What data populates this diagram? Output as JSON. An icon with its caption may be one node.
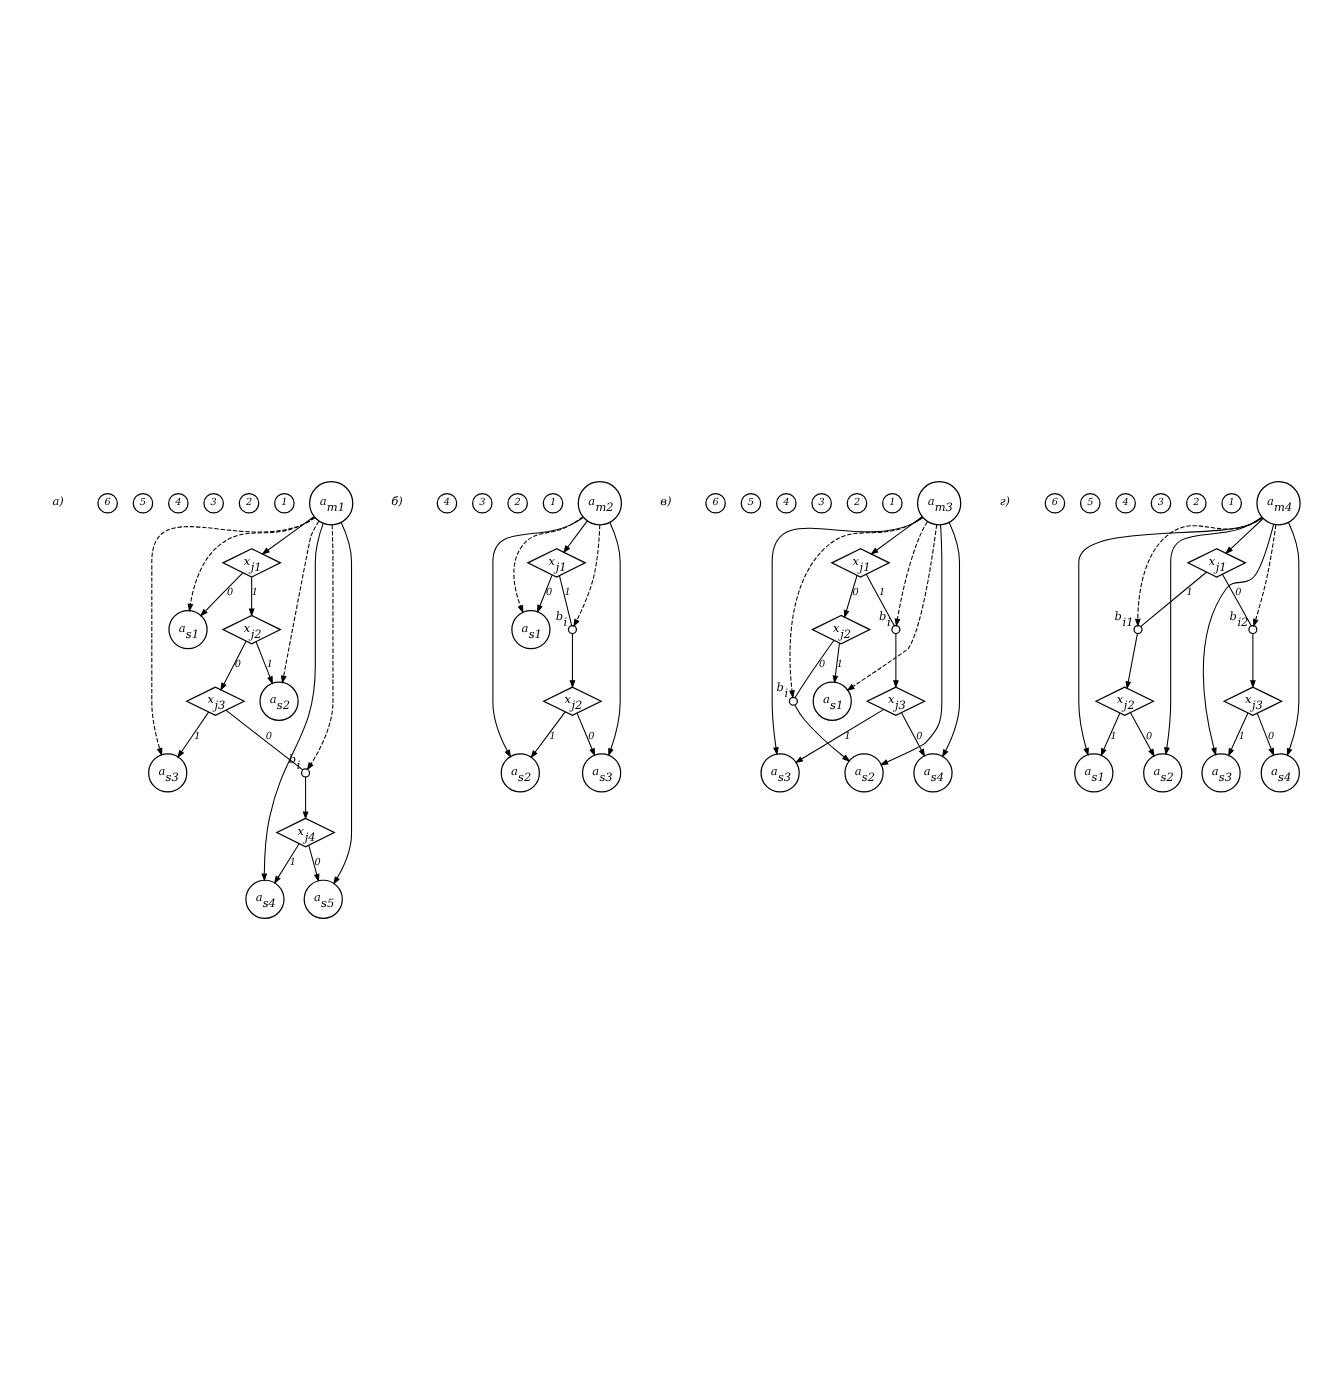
{
  "diagram": {
    "nodes": [
      {
        "text": [
          "a$_{m1}$"
        ]
      },
      {
        "text": [
          "x$_{j1}$"
        ]
      },
      {
        "text": [
          "a$_{s1}$"
        ]
      },
      {
        "text": [
          "x$_{j2}$"
        ]
      },
      {
        "text": [
          "a$_{s2}$"
        ]
      },
      {
        "text": [
          "x$_{j3}$"
        ]
      },
      {
        "text": [
          "a$_{s3}$"
        ]
      },
      {
        "text": [],
        "shape": "circle",
        "beside": [
          "b$_{i}$"
        ]
      },
      {
        "text": [
          "x$_{j4}$"
        ]
      },
      {
        "text": [
          "a$_{s4}$"
        ]
      },
      {
        "text": [
          "a$_{s5}$"
        ]
      },
      {
        "text": [
          "1"
        ]
      },
      {
        "text": [
          "2"
        ]
      },
      {
        "text": [
          "3"
        ]
      },
      {
        "text": [
          "4"
        ]
      },
      {
        "text": [
          "5"
        ]
      },
      {
        "text": [
          "6"
        ]
      },
      {
        "text": [
          "a$_{m2}$"
        ]
      },
      {
        "text": [
          "x$_{j1}$"
        ]
      },
      {
        "text": [
          "a$_{s1}$"
        ]
      },
      {
        "text": [],
        "shape": "circle",
        "beside": [
          "b$_{i}$"
        ]
      },
      {
        "text": [
          "x$_{j2}$"
        ]
      },
      {
        "text": [
          "a$_{s2}$"
        ]
      },
      {
        "text": [
          "a$_{s3}$"
        ]
      },
      {
        "text": [
          "1"
        ]
      },
      {
        "text": [
          "2"
        ]
      },
      {
        "text": [
          "3"
        ]
      },
      {
        "text": [
          "4"
        ]
      },
      {
        "text": [
          "a$_{m3}$"
        ]
      },
      {
        "text": [
          "x$_{j1}$"
        ]
      },
      {
        "text": [],
        "shape": "circle",
        "beside": [
          "b$_{i}$"
        ]
      },
      {
        "text": [
          "x$_{j2}$"
        ]
      },
      {
        "text": [],
        "shape": "circle",
        "beside": [
          "b$_{i}$"
        ]
      },
      {
        "text": [
          "a$_{s1}$"
        ]
      },
      {
        "text": [
          "a$_{s2}$"
        ]
      },
      {
        "text": [
          "x$_{j3}$"
        ]
      },
      {
        "text": [
          "a$_{s3}$"
        ]
      },
      {
        "text": [
          "a$_{s4}$"
        ]
      },
      {
        "text": [
          "1"
        ]
      },
      {
        "text": [
          "2"
        ]
      },
      {
        "text": [
          "3"
        ]
      },
      {
        "text": [
          "4"
        ]
      },
      {
        "text": [
          "5"
        ]
      },
      {
        "text": [
          "6"
        ]
      },
      {
        "text": [
          "a$_{m4}$"
        ]
      },
      {
        "text": [],
        "shape": "circle",
        "beside": [
          "b$_{i1}$"
        ]
      },
      {
        "text": [
          "x$_{j1}$"
        ]
      },
      {
        "text": [],
        "shape": "circle",
        "beside": [
          "b$_{i2}$"
        ]
      },
      {
        "text": [
          "x$_{j2}$"
        ]
      },
      {
        "text": [
          "x$_{j3}$"
        ]
      },
      {
        "text": [
          "a$_{s1}$"
        ]
      },
      {
        "text": [
          "a$_{s2}$"
        ]
      },
      {
        "text": [
          "a$_{s3}$"
        ]
      },
      {
        "text": [
          "a$_{s4}$"
        ]
      },
      {
        "text": [
          "1"
        ]
      },
      {
        "text": [
          "2"
        ]
      },
      {
        "text": [
          "3"
        ]
      },
      {
        "text": [
          "4"
        ]
      },
      {
        "text": [
          "5"
        ]
      },
      {
        "text": [
          "6"
        ]
      }
    ],
    "edges": [
      {
        "from": 0,
        "to": 1,
        "arrow": "to"
      },
      {
        "from": 1,
        "to": 2,
        "arrow": "to",
        "label": "0"
      },
      {
        "from": 1,
        "to": 3,
        "arrow": "to",
        "label": "1"
      },
      {
        "from": 3,
        "to": 4,
        "arrow": "to",
        "label": "1"
      },
      {
        "from": 3,
        "to": 5,
        "arrow": "to",
        "label": "0"
      },
      {
        "from": 5,
        "to": 6,
        "arrow": "to",
        "label": "1"
      },
      {
        "from": 5,
        "to": 7,
        "arrow": "none",
        "label": "0"
      },
      {
        "from": 7,
        "to": 8,
        "arrow": "to"
      },
      {
        "from": 8,
        "to": 9,
        "arrow": "to",
        "label": "1"
      },
      {
        "from": 8,
        "to": 10,
        "arrow": "to",
        "label": "0"
      },
      {
        "from": 0,
        "to": 2,
        "arrow": "to",
        "style": "dashed"
      },
      {
        "from": 0,
        "to": 4,
        "arrow": "to",
        "style": "dashed"
      },
      {
        "from": 0,
        "to": 6,
        "arrow": "to",
        "style": "dashed"
      },
      {
        "from": 0,
        "to": 7,
        "arrow": "to",
        "style": "dashed"
      },
      {
        "from": 0,
        "to": 9,
        "arrow": "to"
      },
      {
        "from": 0,
        "to": 10,
        "arrow": "to"
      },
      {
        "from": 17,
        "to": 18,
        "arrow": "to"
      },
      {
        "from": 18,
        "to": 19,
        "arrow": "to",
        "label": "0"
      },
      {
        "from": 18,
        "to": 20,
        "arrow": "none",
        "label": "1"
      },
      {
        "from": 20,
        "to": 21,
        "arrow": "to"
      },
      {
        "from": 21,
        "to": 22,
        "arrow": "to",
        "label": "1"
      },
      {
        "from": 21,
        "to": 23,
        "arrow": "to",
        "label": "0"
      },
      {
        "from": 17,
        "to": 19,
        "arrow": "to",
        "style": "dashed"
      },
      {
        "from": 17,
        "to": 20,
        "arrow": "to",
        "style": "dashed"
      },
      {
        "from": 17,
        "to": 22,
        "arrow": "to"
      },
      {
        "from": 17,
        "to": 23,
        "arrow": "to"
      },
      {
        "from": 28,
        "to": 29,
        "arrow": "to"
      },
      {
        "from": 29,
        "to": 31,
        "arrow": "to",
        "label": "0"
      },
      {
        "from": 29,
        "to": 30,
        "arrow": "none",
        "label": "1"
      },
      {
        "from": 30,
        "to": 35,
        "arrow": "to"
      },
      {
        "from": 31,
        "to": 33,
        "arrow": "to",
        "label": "1"
      },
      {
        "from": 31,
        "to": 32,
        "arrow": "none",
        "label": "0"
      },
      {
        "from": 32,
        "to": 34,
        "arrow": "to"
      },
      {
        "from": 35,
        "to": 36,
        "arrow": "to",
        "label": "1"
      },
      {
        "from": 35,
        "to": 37,
        "arrow": "to",
        "label": "0"
      },
      {
        "from": 28,
        "to": 33,
        "arrow": "to",
        "style": "dashed"
      },
      {
        "from": 28,
        "to": 32,
        "arrow": "to",
        "style": "dashed"
      },
      {
        "from": 28,
        "to": 30,
        "arrow": "to",
        "style": "dashed"
      },
      {
        "from": 28,
        "to": 34,
        "arrow": "to"
      },
      {
        "from": 28,
        "to": 36,
        "arrow": "to"
      },
      {
        "from": 28,
        "to": 37,
        "arrow": "to"
      },
      {
        "from": 44,
        "to": 46,
        "arrow": "to"
      },
      {
        "from": 46,
        "to": 45,
        "arrow": "none",
        "label": "1"
      },
      {
        "from": 45,
        "to": 48,
        "arrow": "to"
      },
      {
        "from": 46,
        "to": 47,
        "arrow": "none",
        "label": "0"
      },
      {
        "from": 47,
        "to": 49,
        "arrow": "to"
      },
      {
        "from": 48,
        "to": 50,
        "arrow": "to",
        "label": "1"
      },
      {
        "from": 48,
        "to": 51,
        "arrow": "to",
        "label": "0"
      },
      {
        "from": 49,
        "to": 52,
        "arrow": "to",
        "label": "1"
      },
      {
        "from": 49,
        "to": 53,
        "arrow": "to",
        "label": "0"
      },
      {
        "from": 44,
        "to": 45,
        "arrow": "to",
        "style": "dashed"
      },
      {
        "from": 44,
        "to": 47,
        "arrow": "to",
        "style": "dashed"
      },
      {
        "from": 44,
        "to": 50,
        "arrow": "to"
      },
      {
        "from": 44,
        "to": 51,
        "arrow": "to"
      },
      {
        "from": 44,
        "to": 52,
        "arrow": "to"
      },
      {
        "from": 44,
        "to": 53,
        "arrow": "to"
      }
    ],
    "labels": [
      "а)",
      "б)",
      "в)",
      "г)"
    ]
  }
}
